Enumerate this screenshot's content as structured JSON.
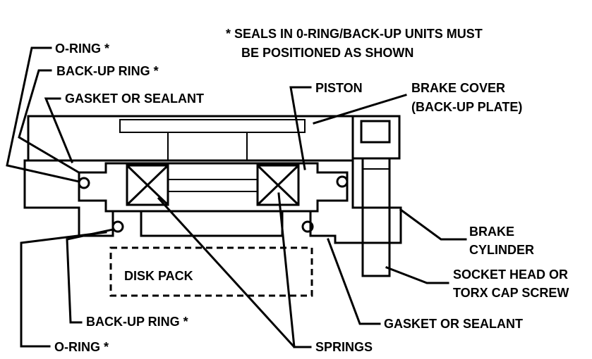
{
  "note": {
    "line1": "* SEALS IN 0-RING/BACK-UP UNITS MUST",
    "line2": "BE POSITIONED AS SHOWN"
  },
  "labels": {
    "oring_top": "O-RING *",
    "backup_top": "BACK-UP RING *",
    "gasket_top": "GASKET OR SEALANT",
    "piston": "PISTON",
    "brake_cover_1": "BRAKE COVER",
    "brake_cover_2": "(BACK-UP PLATE)",
    "brake_cylinder_1": "BRAKE",
    "brake_cylinder_2": "CYLINDER",
    "screw_1": "SOCKET HEAD OR",
    "screw_2": "TORX CAP SCREW",
    "disk_pack": "DISK PACK",
    "backup_bottom": "BACK-UP RING *",
    "gasket_bottom": "GASKET OR SEALANT",
    "oring_bottom": "O-RING *",
    "springs": "SPRINGS"
  }
}
